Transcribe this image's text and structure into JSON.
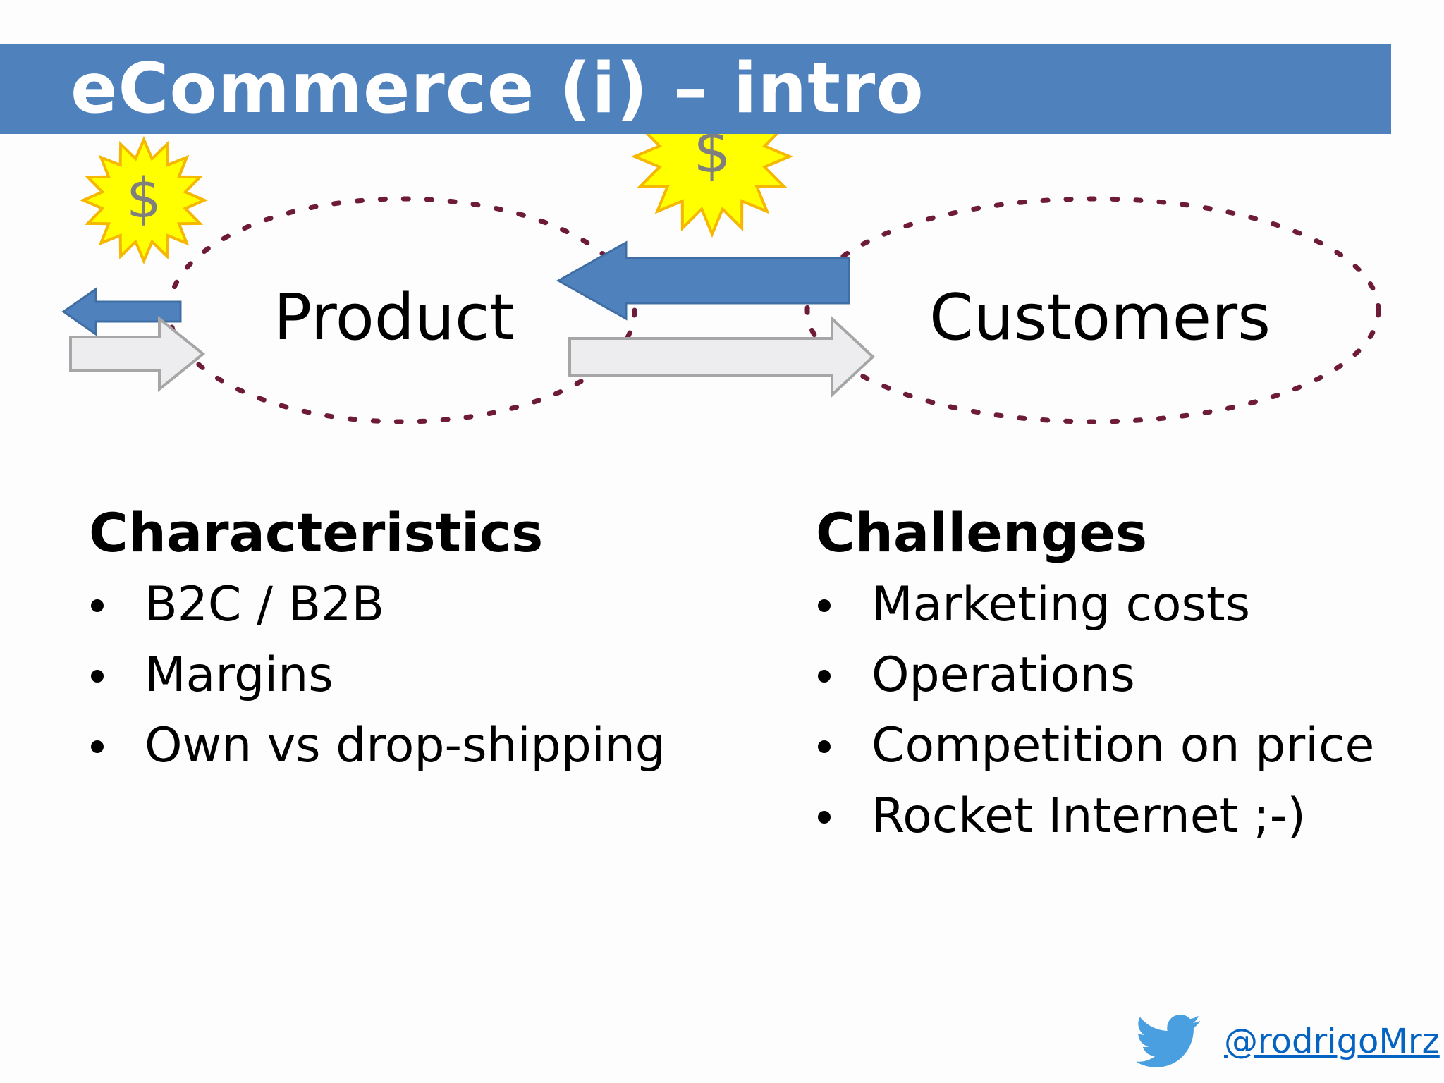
{
  "slide": {
    "title": "eCommerce (i) – intro"
  },
  "diagram": {
    "nodes": [
      {
        "id": "product",
        "label": "Product"
      },
      {
        "id": "customers",
        "label": "Customers"
      }
    ],
    "money_symbol": "$",
    "colors": {
      "title_bar": "#4f81bd",
      "money_arrow": "#4f81bd",
      "flow_arrow": "#ededf0",
      "dotted_loop": "#6e1b3a",
      "starburst": "#ffff00",
      "starburst_outline": "#f5b700"
    }
  },
  "characteristics": {
    "heading": "Characteristics",
    "items": [
      "B2C / B2B",
      "Margins",
      "Own vs drop-shipping"
    ]
  },
  "challenges": {
    "heading": "Challenges",
    "items": [
      "Marketing costs",
      "Operations",
      "Competition on price",
      "Rocket Internet ;-)"
    ]
  },
  "footer": {
    "icon": "twitter-bird-icon",
    "handle": "@rodrigoMrz"
  }
}
